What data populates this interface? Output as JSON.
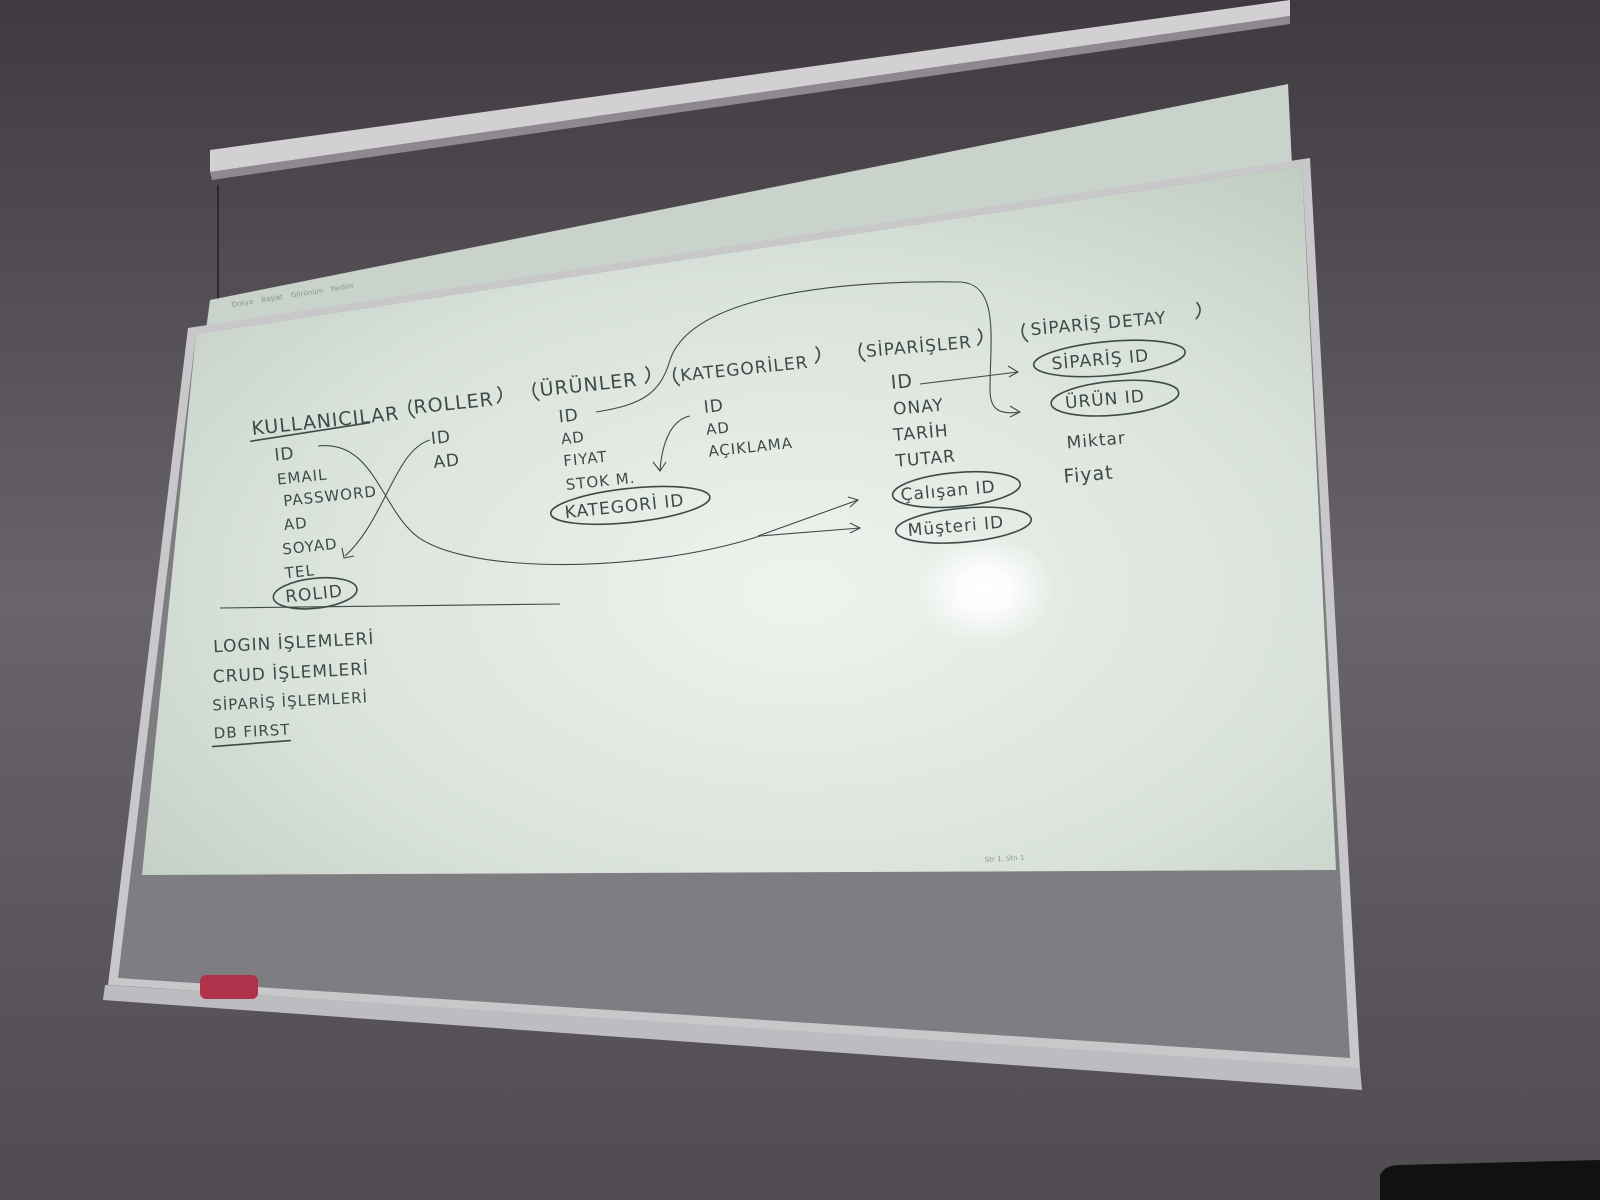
{
  "board": {
    "tables": [
      {
        "id": "kullanicilar",
        "title": "KULLANICILAR",
        "fields": [
          "ID",
          "EMAIL",
          "PASSWORD",
          "AD",
          "SOYAD",
          "TEL",
          "ROLID"
        ]
      },
      {
        "id": "roller",
        "title": "ROLLER",
        "fields": [
          "ID",
          "AD"
        ]
      },
      {
        "id": "urunler",
        "title": "ÜRÜNLER",
        "fields": [
          "ID",
          "AD",
          "FIYAT",
          "STOK M.",
          "KATEGORİ ID"
        ]
      },
      {
        "id": "kategoriler",
        "title": "KATEGORİLER",
        "fields": [
          "ID",
          "AD",
          "AÇIKLAMA"
        ]
      },
      {
        "id": "siparisler",
        "title": "SİPARİŞLER",
        "fields": [
          "ID",
          "ONAY",
          "TARİH",
          "TUTAR",
          "Çalışan ID",
          "Müşteri ID"
        ]
      },
      {
        "id": "siparis_detay",
        "title": "SİPARİŞ DETAY",
        "fields": [
          "SİPARİŞ ID",
          "ÜRÜN ID",
          "Miktar",
          "Fiyat"
        ]
      }
    ],
    "notes": [
      "LOGIN İŞLEMLERİ",
      "CRUD İŞLEMLERİ",
      "SİPARİŞ İŞLEMLERİ",
      "DB FIRST"
    ],
    "projector_menu": [
      "Dosya",
      "Başlat",
      "Görünüm",
      "Yardım"
    ],
    "projector_status": "Str 1, Stn 1"
  },
  "colors": {
    "wall": "#5f5b5f",
    "board_light": "#dfe6e0",
    "ink": "#3e4a48",
    "eraser": "#b0324a"
  }
}
